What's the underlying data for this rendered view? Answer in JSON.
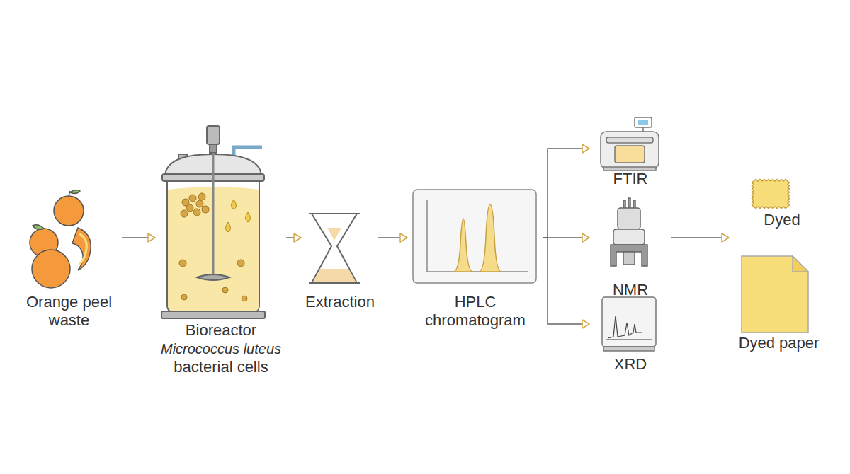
{
  "diagram": {
    "nodes": [
      {
        "text": [
          "Orange peel waste"
        ]
      },
      {
        "text": [
          "Bioreactor",
          "Micrococcus luteus",
          "bacterial cells"
        ]
      },
      {
        "text": [
          "Extraction"
        ]
      },
      {
        "text": [
          "HPLC chromatogram"
        ]
      },
      {
        "text": [
          "FTIR"
        ]
      },
      {
        "text": [
          "NMR"
        ]
      },
      {
        "text": [
          "XRD"
        ]
      },
      {
        "text": [
          "Dyed"
        ]
      },
      {
        "text": [
          "Dyed paper"
        ]
      }
    ],
    "edges": [
      {
        "from": 0,
        "to": 1,
        "arrow": "to"
      },
      {
        "from": 1,
        "to": 2,
        "arrow": "to"
      },
      {
        "from": 2,
        "to": 3,
        "arrow": "to"
      },
      {
        "from": 3,
        "to": 4,
        "arrow": "to"
      },
      {
        "from": 3,
        "to": 5,
        "arrow": "to"
      },
      {
        "from": 3,
        "to": 6,
        "arrow": "to"
      },
      {
        "from": 5,
        "to": 8,
        "arrow": "to"
      }
    ]
  }
}
